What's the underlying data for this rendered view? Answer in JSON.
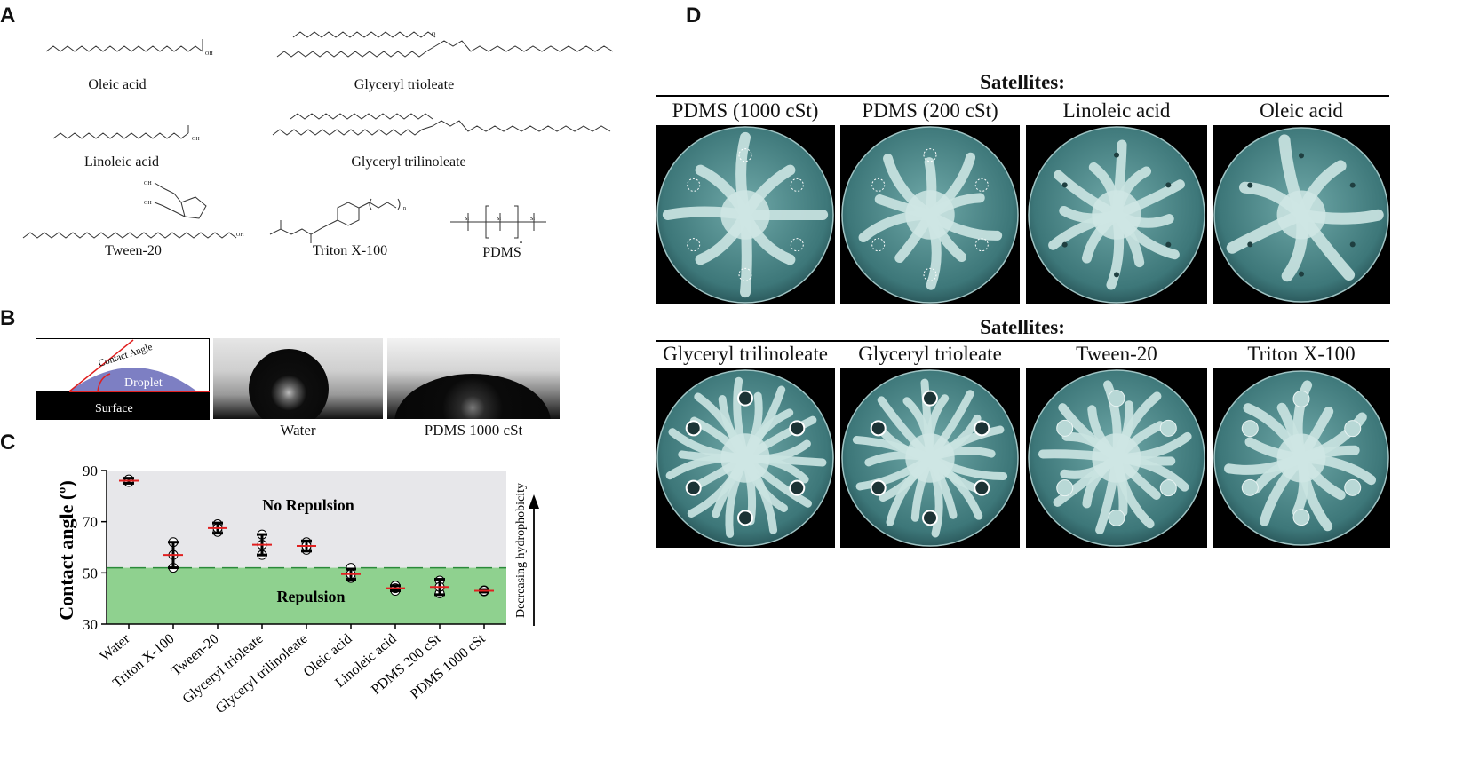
{
  "panels": {
    "a": "A",
    "b": "B",
    "c": "C",
    "d": "D"
  },
  "molecules": {
    "oleic": "Oleic acid",
    "trioleate": "Glyceryl trioleate",
    "linoleic": "Linoleic acid",
    "trilinoleate": "Glyceryl trilinoleate",
    "tween": "Tween-20",
    "triton": "Triton X-100",
    "pdms": "PDMS",
    "oh": "OH",
    "o": "O",
    "n": "n",
    "si": "Si"
  },
  "contact": {
    "angle_label": "Contact Angle",
    "droplet": "Droplet",
    "surface": "Surface",
    "water": "Water",
    "pdms": "PDMS 1000 cSt"
  },
  "chart_data": {
    "type": "scatter",
    "categories": [
      "Water",
      "Triton X-100",
      "Tween-20",
      "Glyceryl trioleate",
      "Glyceryl trilinoleate",
      "Oleic acid",
      "Linoleic acid",
      "PDMS 200 cSt",
      "PDMS 1000 cSt"
    ],
    "means": [
      86,
      57,
      67.5,
      61,
      60.5,
      49.5,
      44,
      44.5,
      43
    ],
    "errors": [
      1,
      5,
      2,
      4,
      2,
      2,
      1,
      3,
      0.5
    ],
    "points": [
      [
        86,
        86.5,
        85.5
      ],
      [
        52,
        62,
        57
      ],
      [
        69,
        66,
        67.5
      ],
      [
        65,
        57,
        61
      ],
      [
        62,
        59,
        60.5
      ],
      [
        52,
        48,
        49.5
      ],
      [
        45,
        43,
        44
      ],
      [
        47,
        42,
        44.5
      ],
      [
        43.2,
        42.8,
        43
      ]
    ],
    "ylabel": "Contact angle (º)",
    "ylim": [
      30,
      90
    ],
    "yticks": [
      "30",
      "50",
      "70",
      "90"
    ],
    "threshold": 52,
    "regions": {
      "upper": "No Repulsion",
      "lower": "Repulsion"
    },
    "side_label": "Decreasing hydrophobicity",
    "colors": {
      "upper": "#e7e7ea",
      "lower": "#8fd18f",
      "mean": "#e02020",
      "threshold": "#2a8a3a"
    }
  },
  "satellites": {
    "header": "Satellites:",
    "row1": [
      "PDMS (1000 cSt)",
      "PDMS (200 cSt)",
      "Linoleic acid",
      "Oleic acid"
    ],
    "row2": [
      "Glyceryl trilinoleate",
      "Glyceryl trioleate",
      "Tween-20",
      "Triton X-100"
    ]
  }
}
